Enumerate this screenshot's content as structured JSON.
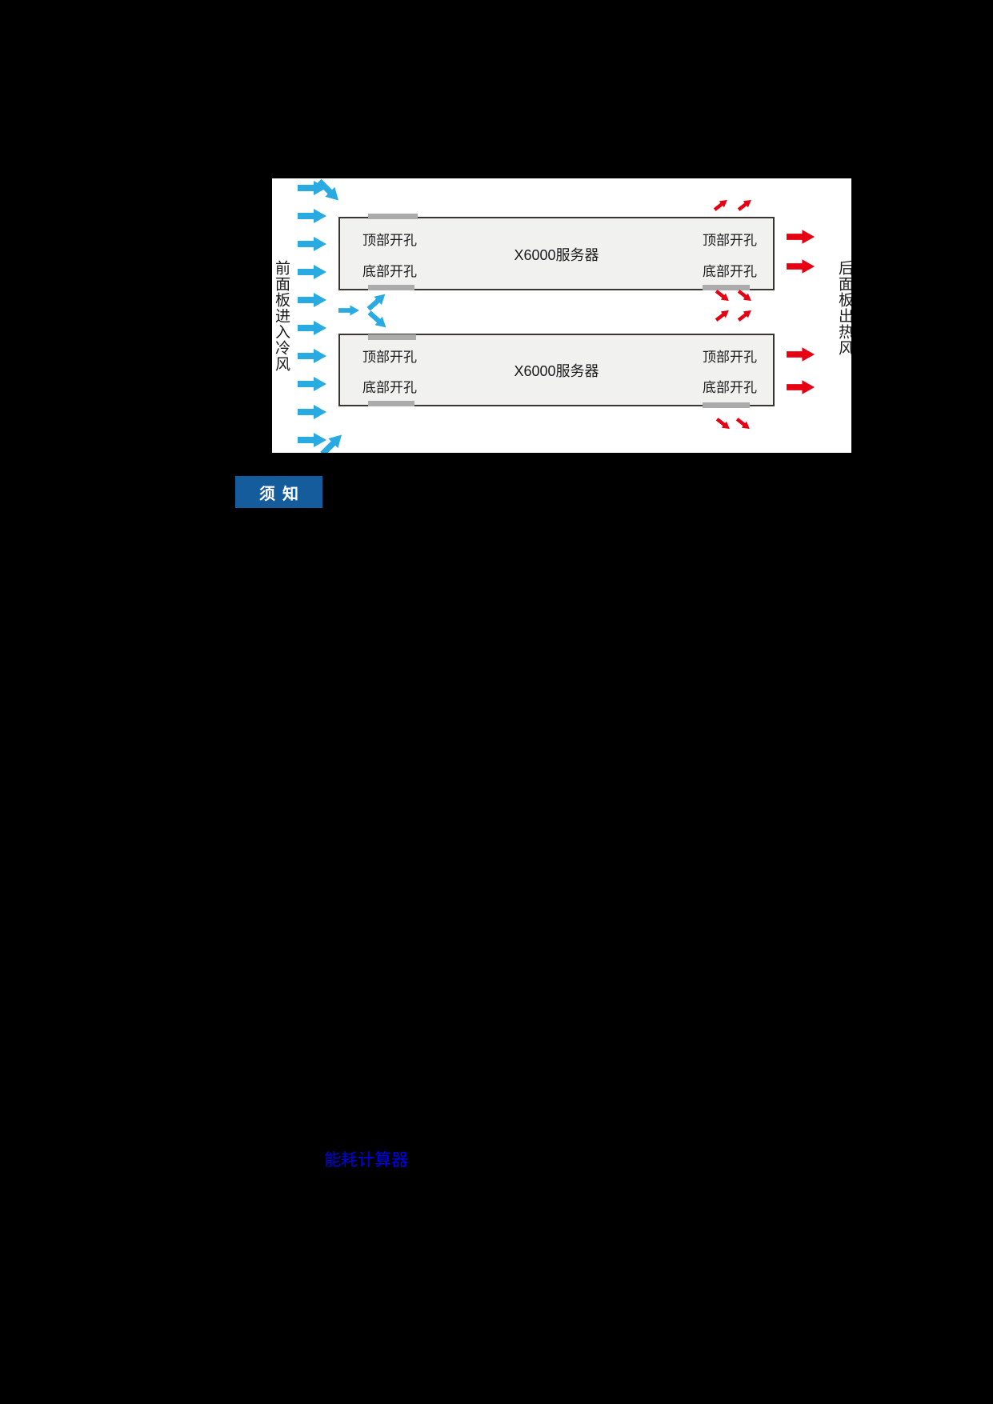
{
  "page": {
    "background_color": "#000000"
  },
  "airflow_diagram": {
    "background_color": "#FFFFFF",
    "left_caption": "前面板进入冷风",
    "right_caption": "后面板出热风",
    "cold_air_color": "#29ABE2",
    "hot_air_color": "#E60012",
    "server_fill_color": "#F1F1EF",
    "server_border_color": "#3B3532",
    "vent_bar_color": "#ABABAB",
    "servers": [
      {
        "title": "X6000服务器",
        "top_left_vent": "顶部开孔",
        "top_right_vent": "顶部开孔",
        "bottom_left_vent": "底部开孔",
        "bottom_right_vent": "底部开孔"
      },
      {
        "title": "X6000服务器",
        "top_left_vent": "顶部开孔",
        "top_right_vent": "顶部开孔",
        "bottom_left_vent": "底部开孔",
        "bottom_right_vent": "底部开孔"
      }
    ]
  },
  "notice_badge": {
    "label": "须知",
    "background_color": "#145C9C",
    "text_color": "#FFFFFF"
  },
  "power_calculator_link": {
    "label": "能耗计算器",
    "color": "#0000EE"
  }
}
